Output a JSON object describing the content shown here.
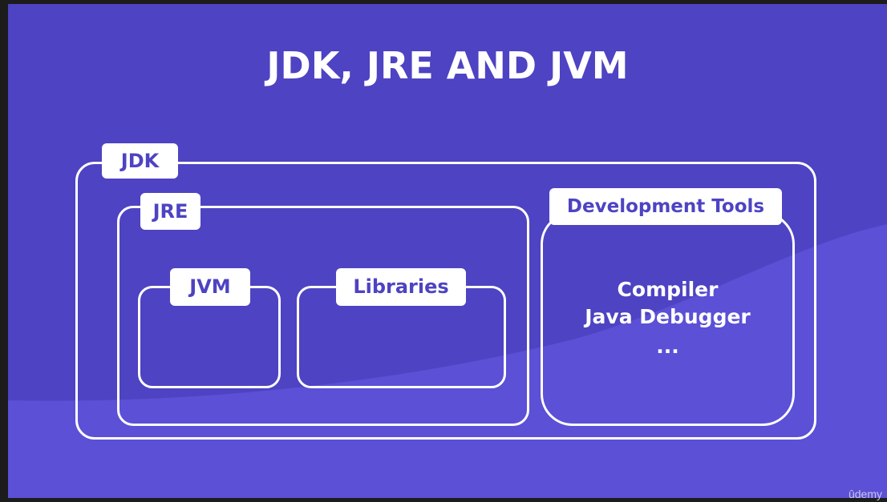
{
  "slide": {
    "title": "JDK, JRE AND JVM",
    "watermark": "ûdemy"
  },
  "diagram": {
    "jdk_label": "JDK",
    "jre_label": "JRE",
    "jvm_label": "JVM",
    "libraries_label": "Libraries",
    "dev_tools_label": "Development Tools",
    "dev_tools_items": [
      "Compiler",
      "Java Debugger",
      "..."
    ]
  },
  "colors": {
    "background": "#4e43c2",
    "wave": "#5b50d6",
    "outline": "#ffffff",
    "tag_text": "#4e43c2"
  }
}
